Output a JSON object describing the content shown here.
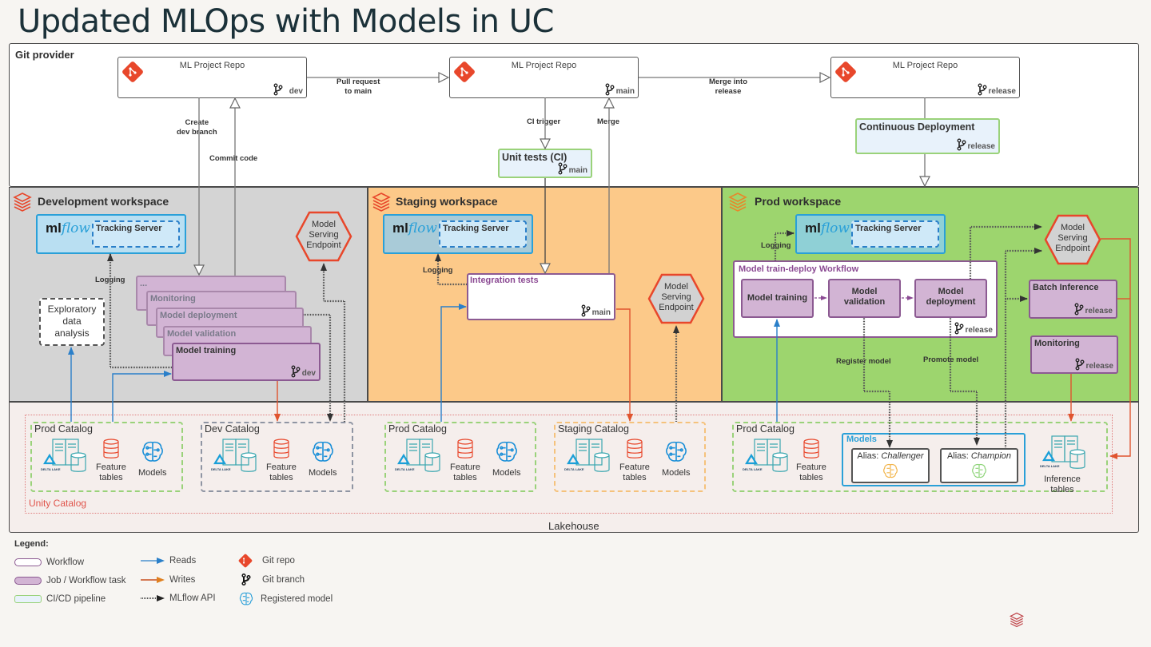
{
  "title": "Updated MLOps with Models in UC",
  "git_provider": {
    "label": "Git provider",
    "repos": [
      {
        "title": "ML Project Repo",
        "branch": "dev"
      },
      {
        "title": "ML Project Repo",
        "branch": "main"
      },
      {
        "title": "ML Project Repo",
        "branch": "release"
      }
    ],
    "edges": {
      "pull_request": "Pull request\nto main",
      "merge_into_release": "Merge into\nrelease",
      "create_dev_branch": "Create\ndev branch",
      "commit_code": "Commit code",
      "ci_trigger": "CI trigger",
      "merge": "Merge"
    },
    "unit_tests": {
      "title": "Unit tests (CI)",
      "branch": "main"
    },
    "continuous_deployment": {
      "title": "Continuous Deployment",
      "branch": "release"
    }
  },
  "dev_workspace": {
    "label": "Development workspace",
    "mlflow_logo": "ml",
    "mlflow_logo_italic": "flow",
    "tracking_server": "Tracking Server",
    "logging": "Logging",
    "eda": "Exploratory\ndata\nanalysis",
    "serving": "Model\nServing\nEndpoint",
    "tasks": [
      "...",
      "Monitoring",
      "Model deployment",
      "Model validation",
      "Model training"
    ],
    "task_branch": "dev"
  },
  "staging_workspace": {
    "label": "Staging workspace",
    "tracking_server": "Tracking Server",
    "logging": "Logging",
    "integration_tests": "Integration tests",
    "branch": "main",
    "serving": "Model\nServing\nEndpoint"
  },
  "prod_workspace": {
    "label": "Prod workspace",
    "tracking_server": "Tracking Server",
    "logging": "Logging",
    "workflow_title": "Model train-deploy Workflow",
    "workflow_tasks": [
      "Model training",
      "Model\nvalidation",
      "Model\ndeployment"
    ],
    "workflow_branch": "release",
    "serving": "Model\nServing\nEndpoint",
    "batch_inference": {
      "title": "Batch Inference",
      "branch": "release"
    },
    "monitoring": {
      "title": "Monitoring",
      "branch": "release"
    },
    "register_model": "Register model",
    "promote_model": "Promote model"
  },
  "lakehouse": {
    "label": "Lakehouse",
    "unity_catalog": "Unity Catalog",
    "delta_lake": "DELTA LAKE",
    "feature_tables": "Feature\ntables",
    "models": "Models",
    "catalogs": [
      "Prod Catalog",
      "Dev Catalog",
      "Prod Catalog",
      "Staging Catalog",
      "Prod Catalog"
    ],
    "models_box": "Models",
    "alias_prefix": "Alias: ",
    "alias_challenger": "Challenger",
    "alias_champion": "Champion",
    "inference_tables": "Inference\ntables"
  },
  "legend": {
    "title": "Legend:",
    "items": [
      {
        "label": "Workflow",
        "icon": "workflow-swatch"
      },
      {
        "label": "Job / Workflow task",
        "icon": "task-swatch"
      },
      {
        "label": "CI/CD pipeline",
        "icon": "cicd-swatch"
      },
      {
        "label": "Reads",
        "icon": "blue-arrow"
      },
      {
        "label": "Writes",
        "icon": "orange-arrow"
      },
      {
        "label": "MLflow API",
        "icon": "dotted-arrow"
      },
      {
        "label": "Git repo",
        "icon": "git-icon"
      },
      {
        "label": "Git branch",
        "icon": "branch-icon"
      },
      {
        "label": "Registered model",
        "icon": "brain-icon"
      }
    ]
  },
  "colors": {
    "dev_ws": "#d4d4d4",
    "staging_ws": "#fcc989",
    "prod_ws": "#9dd56e",
    "reads": "#2a7fc9",
    "writes": "#e0542f",
    "git": "#e8472b",
    "task": "#d2b4d4"
  }
}
